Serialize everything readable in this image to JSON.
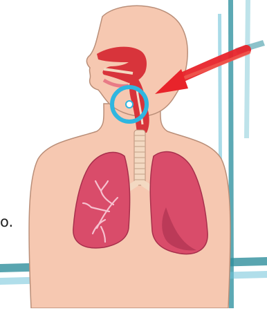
{
  "illustration": {
    "subject": "human-respiratory-system",
    "highlight_marker": "cyan-circle-on-larynx",
    "pointer": "red-arrow-to-larynx"
  },
  "text_fragment": "o.",
  "colors": {
    "skin": "#f6c8b1",
    "skin_outline": "#b98e78",
    "lung": "#d94c6a",
    "lung_shadow": "#a72f4c",
    "airway_red": "#d8343b",
    "trachea": "#f3d9c2",
    "highlight_circle": "#2fb6e0",
    "arrow": "#e8242b",
    "background_stripe_teal": "#2f8f9c",
    "background_stripe_blue": "#6fc3d9"
  }
}
